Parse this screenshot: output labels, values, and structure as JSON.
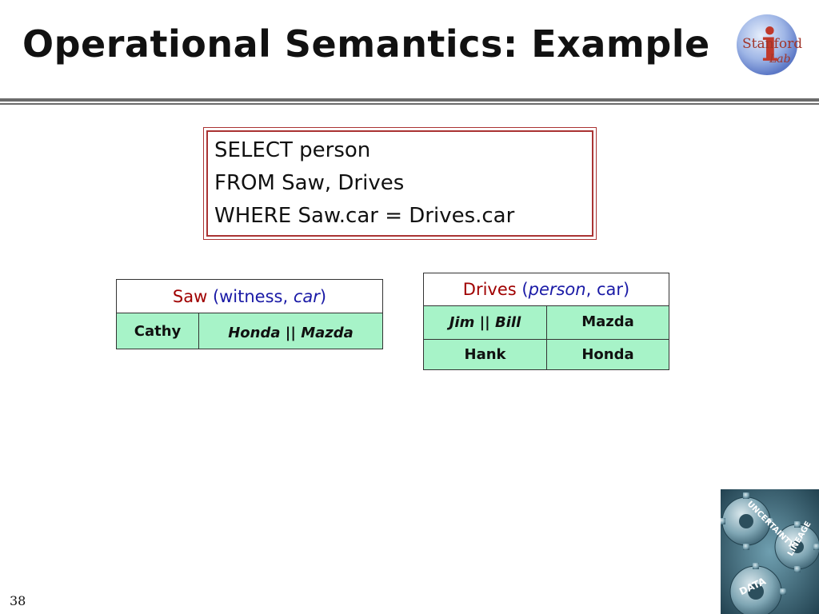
{
  "slide": {
    "title": "Operational Semantics: Example",
    "page_number": "38"
  },
  "logo": {
    "letter": "i",
    "line1": "Stanford",
    "line2": "Lab"
  },
  "query": {
    "line1": "SELECT person",
    "line2": "FROM Saw, Drives",
    "line3": "WHERE Saw.car = Drives.car"
  },
  "saw_table": {
    "name": "Saw",
    "open": " (witness, ",
    "key_attr": "car",
    "close": ")",
    "rows": [
      {
        "witness": "Cathy",
        "car": "Honda || Mazda"
      }
    ]
  },
  "drives_table": {
    "name": "Drives",
    "open": " (",
    "key_attr": "person",
    "rest": ", car)",
    "rows": [
      {
        "person": "Jim || Bill",
        "car": "Mazda"
      },
      {
        "person": "Hank",
        "car": "Honda"
      }
    ]
  },
  "gears_graphic": {
    "words": [
      "UNCERTAINTY",
      "LINEAGE",
      "DATA"
    ]
  },
  "colors": {
    "table_fill": "#a7f3c8",
    "relation_name": "#a00000",
    "attribute_text": "#1a1aa6",
    "query_border": "#aa3333"
  }
}
